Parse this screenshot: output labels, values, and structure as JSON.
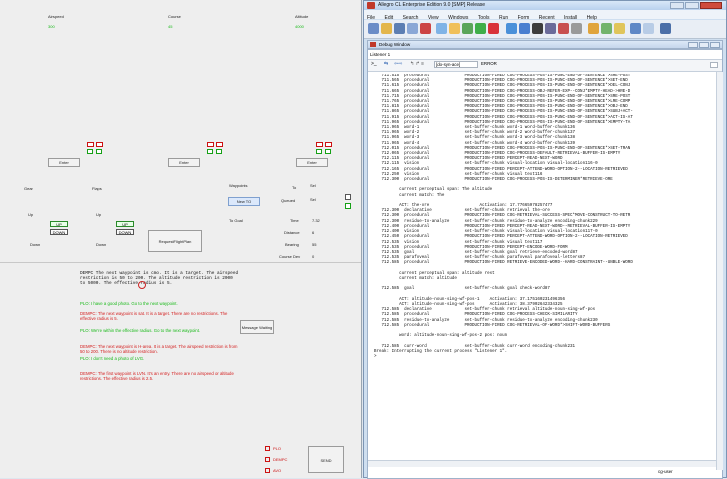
{
  "flight": {
    "airspeed_label": "Airspeed",
    "airspeed_value": "300",
    "course_label": "Course",
    "course_value": "45",
    "altitude_label": "Altitude",
    "altitude_value": "4000",
    "enter": "Enter",
    "gear": "Gear",
    "flaps": "Flaps",
    "up": "Up",
    "down": "Down",
    "up_btn": "UP",
    "down_btn": "DOWN",
    "request_flight_plan": "RequestFlightPlan",
    "waypoints": "Waypoints",
    "new_to": "New TO",
    "to": "To",
    "to_value": "Sel",
    "queued": "Queued",
    "queued_value": "Sel",
    "to_goal": "To Goal",
    "time_label": "Time",
    "time_value": "7.32",
    "distance_label": "Distance",
    "distance_value": "6",
    "bearing_label": "Bearing",
    "bearing_value": "55",
    "course_dev_label": "Course Dev",
    "course_dev_value": "0"
  },
  "messages": {
    "header": "DEMPC  The next waypoint is cmo. It is a target. The airspeed restriction is 50 to 200. The altitude restriction is 2000 to 5000. The effective radius is 5.",
    "m1": "PLO: I have a good photo. Go to the next waypoint.",
    "m2": "DEMPC: The next waypoint is sat. It is a target. There are no restrictions. The effective radius is 5.",
    "m3": "PLO: We're within the effective radius. Go to the next waypoint.",
    "m4": "DEMPC: The next waypoint is H-area. It is a target. The airspeed restriction is from 50 to 200. There is no altitude restriction.",
    "m5": "PLO: I don't need a photo of LVG.",
    "m6": "DEMPC: The first waypoint is LVN. It's an entry. There are no airspeed or altitude restrictions. The effective radius is 2.5.",
    "message_waiting": "Message Waiting",
    "plo": "PLO",
    "dempc": "DEMPC",
    "avo": "AVO",
    "send": "SEND"
  },
  "window": {
    "title": "Allegro CL Enterprise Edition 9.0 [SMP] Release",
    "menus": [
      "File",
      "Edit",
      "Search",
      "View",
      "Windows",
      "Tools",
      "Run",
      "Form",
      "Recent",
      "Install",
      "Help"
    ],
    "debug_window": "Debug Window",
    "listener_tab": "Listener 1",
    "package_field": "[do-syn-ace]",
    "error_label": "ERROR",
    "status_user": "cg-user"
  },
  "trace_lines": [
    "   711.515  procedural              PRODUCTION-FIRED COG-PROCESS-POS-IS-PUNC-END-OF-SENTENCE*>SRE-POST",
    "   711.565  procedural              PRODUCTION-FIRED COG-PROCESS-POS-IS-PUNC-END-OF-SENTENCE*>SET-END",
    "   711.615  procedural              PRODUCTION-FIRED COG-PROCESS-POS-IS-PUNC-END-OF-SENTENCE*>DEL-CONJ",
    "   711.665  procedural              PRODUCTION-FIRED COG-PROCESS-OBJ-REFER-EXP--CONJ*EMPTY-HEAD->HRE-D",
    "   711.715  procedural              PRODUCTION-FIRED COG-PROCESS-POS-IS-PUNC-END-OF-SENTENCE*>SRE-POST",
    "   711.765  procedural              PRODUCTION-FIRED COG-PROCESS-POS-IS-PUNC-END-OF-SENTENCE*>LRE-COMP",
    "   711.815  procedural              PRODUCTION-FIRED COG-PROCESS-POS-IS-PUNC-END-OF-SENTENCE*>OBJ-END",
    "   711.865  procedural              PRODUCTION-FIRED COG-PROCESS-POS-IS-PUNC-END-OF-SENTENCE*>SUBJ+ACT-",
    "   711.915  procedural              PRODUCTION-FIRED COG-PROCESS-POS-IS-PUNC-END-OF-SENTENCE*>ACT-IS-AT",
    "   711.965  procedural              PRODUCTION-FIRED COG-PROCESS-POS-IS-PUNC-END-OF-SENTENCE*>EMPTY-TA",
    "   711.965  word-1                  set-buffer-chunk word-1 word-buffer-chunk136",
    "   711.965  word-2                  set-buffer-chunk word-2 word-buffer-chunk137",
    "   711.965  word-3                  set-buffer-chunk word-3 word-buffer-chunk138",
    "   711.965  word-4                  set-buffer-chunk word-4 word-buffer-chunk139",
    "   712.015  procedural              PRODUCTION-FIRED COG-PROCESS-POS-IS-PUNC-END-OF-SENTENCE*>SET-TRAN",
    "   712.065  procedural              PRODUCTION-FIRED COG-PROCESS-DEFAULT-RETRIEVAL-BUFFER-IS-EMPTY",
    "   712.115  procedural              PRODUCTION-FIRED PERCEPT-READ-NEXT-WORD",
    "   712.115  vision                  set-buffer-chunk visual-location visual-location116-0",
    "   712.165  procedural              PRODUCTION-FIRED PERCEPT-ATTEND-WORD-OPTION-2--LOCATION-RETRIEVED",
    "   712.250  vision                  set-buffer-chunk visual text116",
    "   712.300  procedural              PRODUCTION-FIRED COG-PROCESS-POS-IS-DETERMINER*RETRIEVE-ORE",
    "",
    "          current perceptual span: The altitude",
    "          current match: The",
    "",
    "          ACT: the-ore                    Activation: 17.77665978257477",
    "   712.300  declarative             set-buffer-chunk retrieval the-ore",
    "   712.300  procedural              PRODUCTION-FIRED COG-RETRIEVAL-SUCCESS-SPEC*MOVE-CONSTRUCT-TO-RETR",
    "   712.300  residue-to-analyze      set-buffer-chunk residue-to-analyze encoding-chunk229",
    "   712.400  procedural              PRODUCTION-FIRED PERCEPT-READ-NEXT-WORD--RETRIEVAL-BUFFER-IS-EMPTY",
    "   712.400  vision                  set-buffer-chunk visual-location visual-location117-0",
    "   712.450  procedural              PRODUCTION-FIRED PERCEPT-ATTEND-WORD-OPTION-2--LOCATION-RETRIEVED",
    "   712.535  vision                  set-buffer-chunk visual text117",
    "   712.535  procedural              PRODUCTION-FIRED PERCEPT-ENCODE-WORD-FORM",
    "   712.535  goal                    set-buffer-chunk goal retrieve-encoded-word87",
    "   712.535  parafoveal              set-buffer-chunk parafoveal parafoveal-letters87",
    "   712.585  procedural              PRODUCTION-FIRED RETRIEVE-ENCODED-WORD--HARD-CONSTRAINT--UNBLE-WORD",
    "",
    "          current perceptual span: altitude rest",
    "          current match: altitude",
    "",
    "   712.585  goal                    set-buffer-chunk goal check-word87",
    "",
    "          ACT: altitude-noun-sing-wf-pos-1    Activation: 37.175160231496356",
    "          ACT: altitude-noun-sing-wf-pos      Activation: 38.37902642334325",
    "   712.585  declarative             set-buffer-chunk retrieval altitude-noun-sing-wf-pos",
    "   712.585  procedural              PRODUCTION-FIRED COG-PROCESS-CHECK-SIMILARITY",
    "   712.585  residue-to-analyze      set-buffer-chunk residue-to-analyze encoding-chunk230",
    "   712.585  procedural              PRODUCTION-FIRED COG-RETRIEVAL-OF-WORD*>SHIFT-WORD-BUFFERS",
    "",
    "          word: altitude-noun-sing-wf-pos-2 pos: noun",
    "",
    "   712.585  curr-word               set-buffer-chunk curr-word encoding-chunk231",
    "Break: Interrupting the current process \"Listener 1\".",
    ">"
  ]
}
